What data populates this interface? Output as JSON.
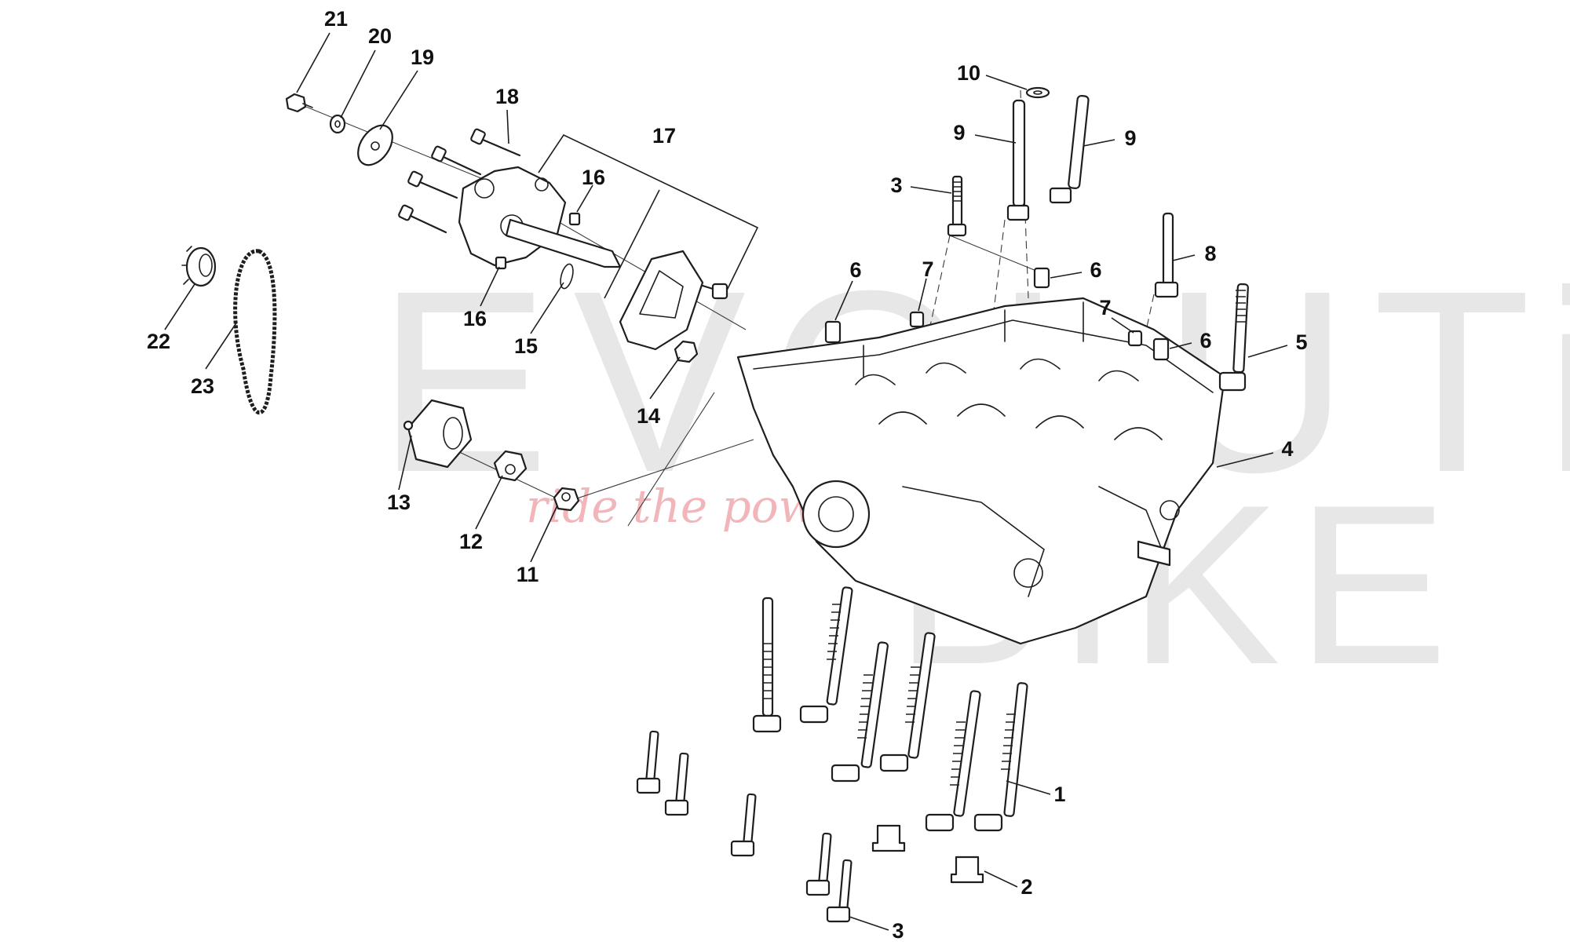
{
  "watermark": {
    "word1": "EVOLUTiON",
    "word2": "BiKE",
    "tagline": "ride the power"
  },
  "callouts": [
    {
      "id": "c21",
      "text": "21"
    },
    {
      "id": "c20",
      "text": "20"
    },
    {
      "id": "c19",
      "text": "19"
    },
    {
      "id": "c18",
      "text": "18"
    },
    {
      "id": "c17",
      "text": "17"
    },
    {
      "id": "c16a",
      "text": "16"
    },
    {
      "id": "c16b",
      "text": "16"
    },
    {
      "id": "c15",
      "text": "15"
    },
    {
      "id": "c14",
      "text": "14"
    },
    {
      "id": "c13",
      "text": "13"
    },
    {
      "id": "c12",
      "text": "12"
    },
    {
      "id": "c11",
      "text": "11"
    },
    {
      "id": "c22",
      "text": "22"
    },
    {
      "id": "c23",
      "text": "23"
    },
    {
      "id": "c10",
      "text": "10"
    },
    {
      "id": "c9a",
      "text": "9"
    },
    {
      "id": "c9b",
      "text": "9"
    },
    {
      "id": "c3a",
      "text": "3"
    },
    {
      "id": "c8",
      "text": "8"
    },
    {
      "id": "c6a",
      "text": "6"
    },
    {
      "id": "c7a",
      "text": "7"
    },
    {
      "id": "c6b",
      "text": "6"
    },
    {
      "id": "c7b",
      "text": "7"
    },
    {
      "id": "c6c",
      "text": "6"
    },
    {
      "id": "c5",
      "text": "5"
    },
    {
      "id": "c4",
      "text": "4"
    },
    {
      "id": "c1",
      "text": "1"
    },
    {
      "id": "c2",
      "text": "2"
    },
    {
      "id": "c3b",
      "text": "3"
    }
  ],
  "colors": {
    "line": "#1e1e1e",
    "watermark_text": "#c9c9c9",
    "watermark_tagline": "#e8848c"
  }
}
